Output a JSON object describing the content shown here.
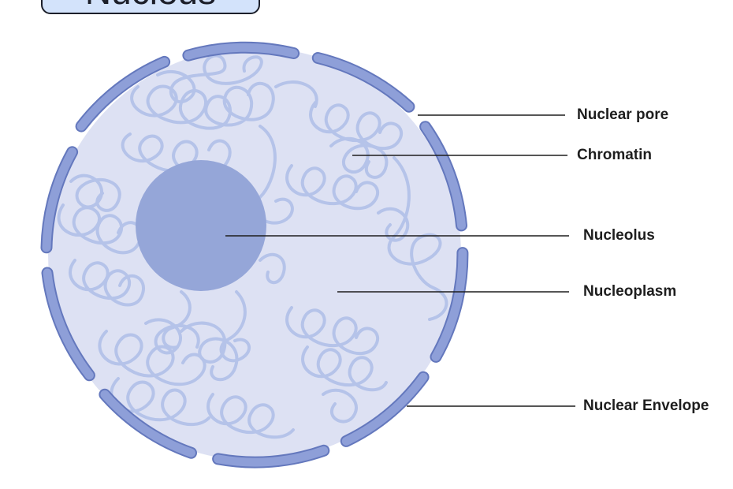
{
  "title": "Nucleus",
  "labels": {
    "nuclear_pore": "Nuclear pore",
    "chromatin": "Chromatin",
    "nucleolus": "Nucleolus",
    "nucleoplasm": "Nucleoplasm",
    "nuclear_envelope": "Nuclear Envelope"
  },
  "colors": {
    "nucleoplasm_fill": "#dde1f3",
    "envelope_segment": "#8e9fd8",
    "envelope_outline": "#6478bd",
    "chromatin_strand": "#b5c3e9",
    "nucleolus_fill": "#95a6d8",
    "title_fill": "#d3e3fb",
    "leader_line": "#1e1e1e"
  }
}
